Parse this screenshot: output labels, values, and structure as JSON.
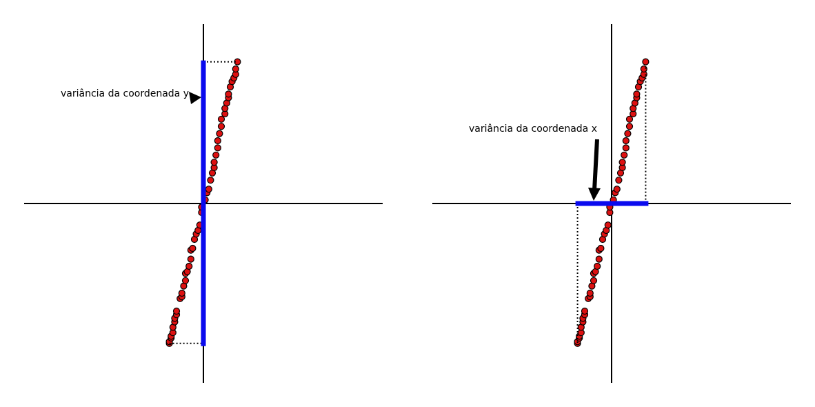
{
  "chart_data": [
    {
      "type": "scatter",
      "annotation": "variância da coordenada y",
      "highlight": "y-variance",
      "xlim": [
        -1,
        1
      ],
      "ylim": [
        -1,
        1
      ],
      "grid": false,
      "colors": {
        "point_fill": "#dd1111",
        "point_edge": "#000000",
        "variance_bar": "#0a0aee",
        "axis": "#000000"
      },
      "points": [
        [
          -0.19,
          -0.78
        ],
        [
          -0.19,
          -0.77
        ],
        [
          -0.18,
          -0.75
        ],
        [
          -0.18,
          -0.74
        ],
        [
          -0.17,
          -0.72
        ],
        [
          -0.17,
          -0.69
        ],
        [
          -0.16,
          -0.66
        ],
        [
          -0.16,
          -0.64
        ],
        [
          -0.15,
          -0.62
        ],
        [
          -0.15,
          -0.6
        ],
        [
          -0.13,
          -0.53
        ],
        [
          -0.12,
          -0.52
        ],
        [
          -0.12,
          -0.5
        ],
        [
          -0.11,
          -0.46
        ],
        [
          -0.1,
          -0.43
        ],
        [
          -0.1,
          -0.39
        ],
        [
          -0.09,
          -0.38
        ],
        [
          -0.08,
          -0.35
        ],
        [
          -0.07,
          -0.31
        ],
        [
          -0.07,
          -0.26
        ],
        [
          -0.06,
          -0.25
        ],
        [
          -0.05,
          -0.2
        ],
        [
          -0.04,
          -0.17
        ],
        [
          -0.03,
          -0.15
        ],
        [
          -0.02,
          -0.12
        ],
        [
          -0.01,
          -0.05
        ],
        [
          -0.01,
          -0.02
        ],
        [
          0.01,
          0.02
        ],
        [
          0.02,
          0.06
        ],
        [
          0.03,
          0.08
        ],
        [
          0.04,
          0.13
        ],
        [
          0.05,
          0.17
        ],
        [
          0.06,
          0.2
        ],
        [
          0.06,
          0.23
        ],
        [
          0.07,
          0.27
        ],
        [
          0.08,
          0.31
        ],
        [
          0.08,
          0.35
        ],
        [
          0.09,
          0.39
        ],
        [
          0.1,
          0.43
        ],
        [
          0.1,
          0.47
        ],
        [
          0.12,
          0.5
        ],
        [
          0.12,
          0.53
        ],
        [
          0.13,
          0.56
        ],
        [
          0.14,
          0.59
        ],
        [
          0.14,
          0.61
        ],
        [
          0.15,
          0.65
        ],
        [
          0.16,
          0.68
        ],
        [
          0.17,
          0.7
        ],
        [
          0.18,
          0.72
        ],
        [
          0.18,
          0.75
        ],
        [
          0.19,
          0.79
        ]
      ]
    },
    {
      "type": "scatter",
      "annotation": "variância da coordenada x",
      "highlight": "x-variance",
      "xlim": [
        -1,
        1
      ],
      "ylim": [
        -1,
        1
      ],
      "grid": false,
      "colors": {
        "point_fill": "#dd1111",
        "point_edge": "#000000",
        "variance_bar": "#0a0aee",
        "axis": "#000000"
      },
      "points": [
        [
          -0.19,
          -0.78
        ],
        [
          -0.19,
          -0.77
        ],
        [
          -0.18,
          -0.75
        ],
        [
          -0.18,
          -0.74
        ],
        [
          -0.17,
          -0.72
        ],
        [
          -0.17,
          -0.69
        ],
        [
          -0.16,
          -0.66
        ],
        [
          -0.16,
          -0.64
        ],
        [
          -0.15,
          -0.62
        ],
        [
          -0.15,
          -0.6
        ],
        [
          -0.13,
          -0.53
        ],
        [
          -0.12,
          -0.52
        ],
        [
          -0.12,
          -0.5
        ],
        [
          -0.11,
          -0.46
        ],
        [
          -0.1,
          -0.43
        ],
        [
          -0.1,
          -0.39
        ],
        [
          -0.09,
          -0.38
        ],
        [
          -0.08,
          -0.35
        ],
        [
          -0.07,
          -0.31
        ],
        [
          -0.07,
          -0.26
        ],
        [
          -0.06,
          -0.25
        ],
        [
          -0.05,
          -0.2
        ],
        [
          -0.04,
          -0.17
        ],
        [
          -0.03,
          -0.15
        ],
        [
          -0.02,
          -0.12
        ],
        [
          -0.01,
          -0.05
        ],
        [
          -0.01,
          -0.02
        ],
        [
          0.01,
          0.02
        ],
        [
          0.02,
          0.06
        ],
        [
          0.03,
          0.08
        ],
        [
          0.04,
          0.13
        ],
        [
          0.05,
          0.17
        ],
        [
          0.06,
          0.2
        ],
        [
          0.06,
          0.23
        ],
        [
          0.07,
          0.27
        ],
        [
          0.08,
          0.31
        ],
        [
          0.08,
          0.35
        ],
        [
          0.09,
          0.39
        ],
        [
          0.1,
          0.43
        ],
        [
          0.1,
          0.47
        ],
        [
          0.12,
          0.5
        ],
        [
          0.12,
          0.53
        ],
        [
          0.13,
          0.56
        ],
        [
          0.14,
          0.59
        ],
        [
          0.14,
          0.61
        ],
        [
          0.15,
          0.65
        ],
        [
          0.16,
          0.68
        ],
        [
          0.17,
          0.7
        ],
        [
          0.18,
          0.72
        ],
        [
          0.18,
          0.75
        ],
        [
          0.19,
          0.79
        ]
      ]
    }
  ]
}
